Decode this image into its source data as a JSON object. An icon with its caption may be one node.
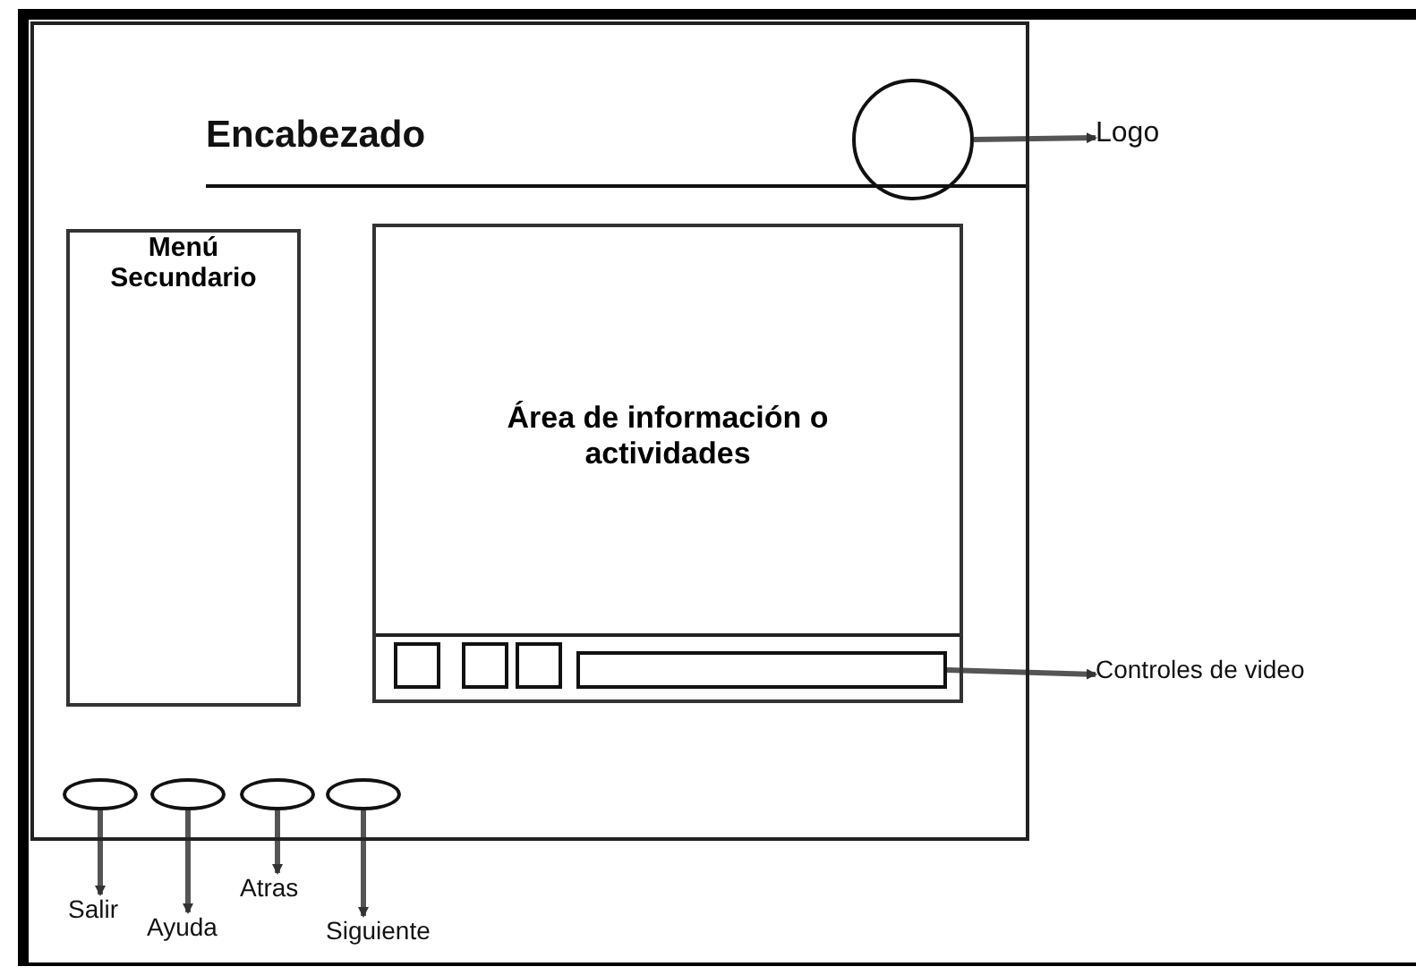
{
  "diagram": {
    "nodes": [
      {
        "text": [],
        "shape": "box"
      },
      {
        "text": [],
        "shape": "circle",
        "in": 0
      },
      {
        "text": [
          "Logo"
        ]
      },
      {
        "text": [
          "Menú Secundario"
        ],
        "in": 0
      },
      {
        "text": [
          "Área de información o actividades"
        ],
        "in": 0
      },
      {
        "text": [],
        "shape": "box",
        "in": 4
      },
      {
        "text": [],
        "shape": "box",
        "in": 4
      },
      {
        "text": [],
        "shape": "box",
        "in": 4
      },
      {
        "text": [],
        "shape": "bar",
        "in": 4
      },
      {
        "text": [
          "Controles de video"
        ]
      },
      {
        "text": [],
        "shape": "ellipse",
        "in": 0
      },
      {
        "text": [],
        "shape": "ellipse",
        "in": 0
      },
      {
        "text": [],
        "shape": "ellipse",
        "in": 0
      },
      {
        "text": [],
        "shape": "ellipse",
        "in": 0
      },
      {
        "text": [
          "Salir"
        ]
      },
      {
        "text": [
          "Ayuda"
        ]
      },
      {
        "text": [
          "Atras"
        ]
      },
      {
        "text": [
          "Siguiente"
        ]
      }
    ],
    "edges": [
      {
        "from": 1,
        "to": 2,
        "arrow": "to"
      },
      {
        "from": 8,
        "to": 9,
        "arrow": "to"
      },
      {
        "from": 10,
        "to": 14,
        "arrow": "to"
      },
      {
        "from": 11,
        "to": 15,
        "arrow": "to"
      },
      {
        "from": 12,
        "to": 16,
        "arrow": "to"
      },
      {
        "from": 13,
        "to": 17,
        "arrow": "to"
      }
    ],
    "labels": [
      "Encabezado"
    ]
  }
}
